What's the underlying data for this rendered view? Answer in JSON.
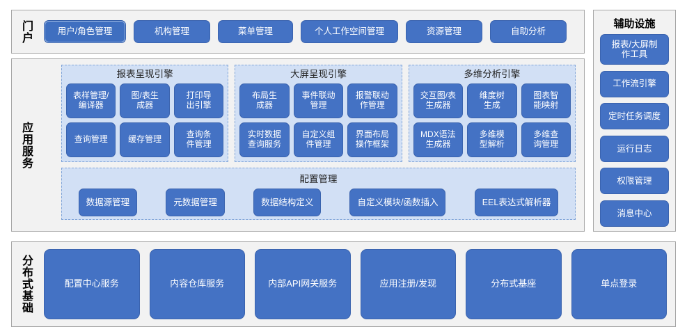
{
  "portal": {
    "label": "门户",
    "items": [
      {
        "label": "用户/角色管理",
        "selected": true,
        "width": 118
      },
      {
        "label": "机构管理",
        "selected": false,
        "width": 110
      },
      {
        "label": "菜单管理",
        "selected": false,
        "width": 108
      },
      {
        "label": "个人工作空间管理",
        "selected": false,
        "width": 140
      },
      {
        "label": "资源管理",
        "selected": false,
        "width": 110
      },
      {
        "label": "自助分析",
        "selected": false,
        "width": 110
      }
    ]
  },
  "app_service": {
    "label": "应用服务",
    "engines": [
      {
        "title": "报表呈现引擎",
        "items": [
          "表样管理/\n编译器",
          "图/表生\n成器",
          "打印导\n出引擎",
          "查询管理",
          "缓存管理",
          "查询条\n件管理"
        ]
      },
      {
        "title": "大屏呈现引擎",
        "items": [
          "布局生\n成器",
          "事件联动\n管理",
          "报警联动\n作管理",
          "实时数据\n查询服务",
          "自定义组\n件管理",
          "界面布局\n操作框架"
        ]
      },
      {
        "title": "多维分析引擎",
        "items": [
          "交互图/表\n生成器",
          "维度树\n生成",
          "图表智\n能映射",
          "MDX语法\n生成器",
          "多维模\n型解析",
          "多维查\n询管理"
        ]
      }
    ],
    "config": {
      "title": "配置管理",
      "items": [
        "数据源管理",
        "元数据管理",
        "数据结构定义",
        "自定义模块/函数插入",
        "EEL表达式解析器"
      ]
    }
  },
  "aux": {
    "title": "辅助设施",
    "items": [
      {
        "label": "报表/大屏制\n作工具",
        "tall": true
      },
      {
        "label": "工作流引擎",
        "tall": false
      },
      {
        "label": "定时任务调度",
        "tall": false
      },
      {
        "label": "运行日志",
        "tall": false
      },
      {
        "label": "权限管理",
        "tall": false
      },
      {
        "label": "消息中心",
        "tall": false
      }
    ]
  },
  "distributed": {
    "label": "分布式基础",
    "items": [
      "配置中心服务",
      "内容仓库服务",
      "内部API网关服务",
      "应用注册/发现",
      "分布式基座",
      "单点登录"
    ]
  },
  "colors": {
    "button_blue": "#4472C4",
    "button_border": "#3A63AE",
    "panel_gray": "#F2F2F2",
    "panel_border": "#A6A6A6",
    "engine_blue": "#D2E0F5",
    "engine_border": "#7FA4D8",
    "text_white": "#FFFFFF"
  }
}
